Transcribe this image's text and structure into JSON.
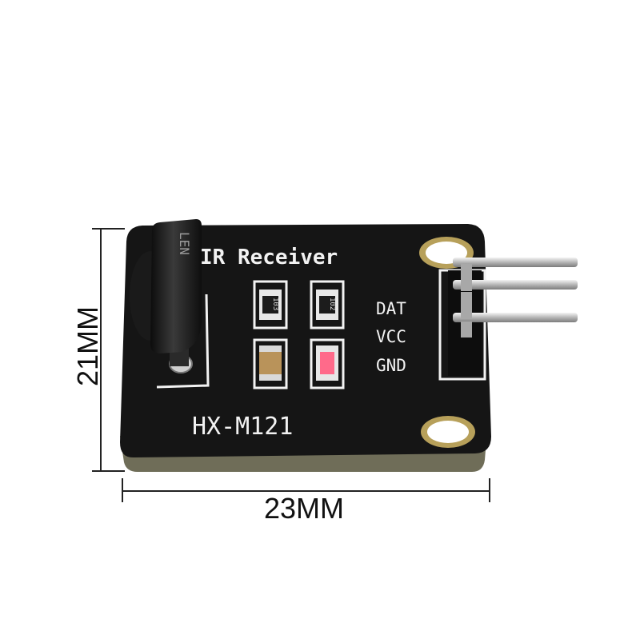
{
  "board": {
    "title_label": "IR Receiver",
    "model_label": "HX-M121",
    "sensor_marking": "LEN",
    "resistor_markings": [
      "103",
      "102"
    ],
    "pin_labels": [
      "DAT",
      "VCC",
      "GND"
    ]
  },
  "dimensions": {
    "width_label": "23MM",
    "height_label": "21MM"
  },
  "colors": {
    "pcb": "#151515",
    "silkscreen": "#f2f2f2",
    "pins": "#c9c9c9",
    "background": "#ffffff"
  }
}
